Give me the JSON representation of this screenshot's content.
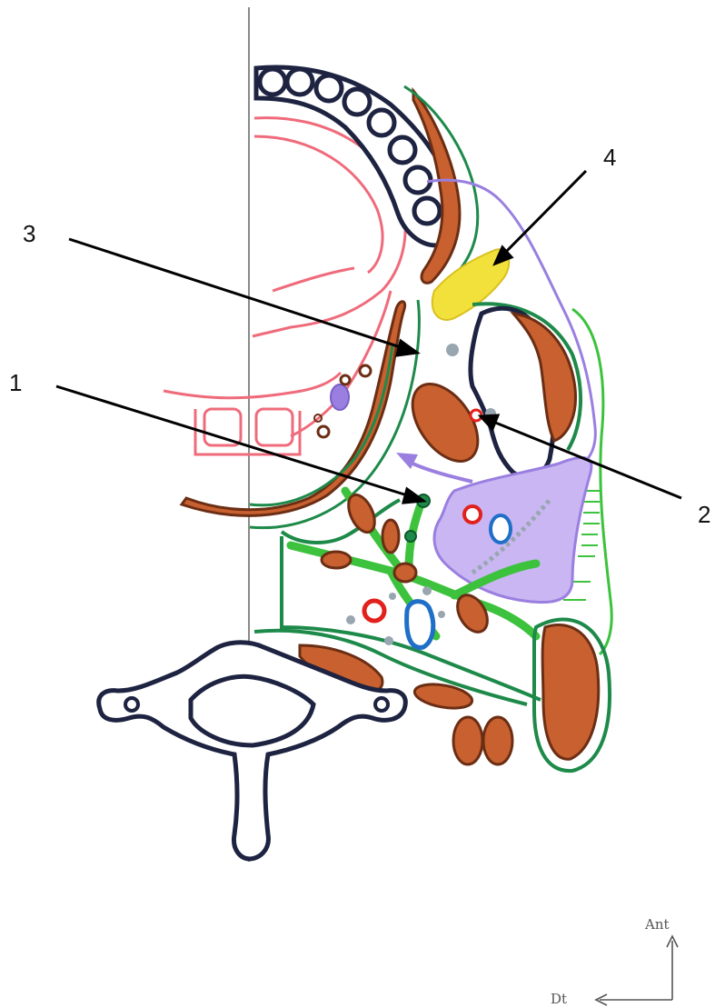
{
  "labels": {
    "one": "1",
    "two": "2",
    "three": "3",
    "four": "4"
  },
  "orientation": {
    "anterior": "Ant",
    "lateral": "Dt"
  },
  "colors": {
    "outline_green": "#1e8a4a",
    "muscle_brown": "#c8602f",
    "muscle_outline": "#6b2e14",
    "nerve_purple": "#9a7fe0",
    "gland_purple_fill": "#c9b6f2",
    "fat_yellow": "#f2e13a",
    "bone_navy": "#1d2340",
    "mucosa_pink": "#ef6b7b",
    "artery_red": "#e2201c",
    "vein_blue": "#1f6fc9",
    "node_gray": "#98a6b0",
    "fascia_green": "#3cc23c",
    "midline_gray": "#8a8a8a"
  }
}
